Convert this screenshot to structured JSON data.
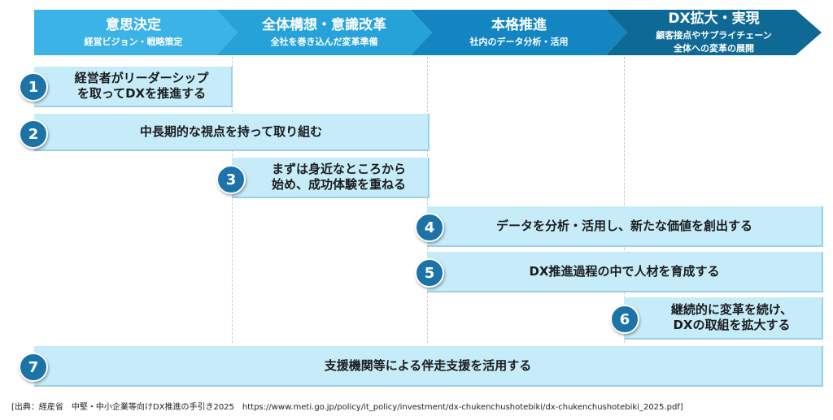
{
  "phases": [
    {
      "title": "意思決定",
      "subtitle": "経営ビジョン・戦略策定"
    },
    {
      "title": "全体構想・意識改革",
      "subtitle": "全社を巻き込んだ変革準備"
    },
    {
      "title": "本格推進",
      "subtitle": "社内のデータ分析・活用"
    },
    {
      "title": "DX拡大・実現",
      "subtitle_line1": "顧客接点やサプライチェーン",
      "subtitle_line2": "全体への変革の展開"
    }
  ],
  "steps": [
    {
      "number": "1",
      "line1": "経営者がリーダーシップ",
      "line2": "を取ってDXを推進する"
    },
    {
      "number": "2",
      "text": "中長期的な視点を持って取り組む"
    },
    {
      "number": "3",
      "line1": "まずは身近なところから",
      "line2": "始め、成功体験を重ねる"
    },
    {
      "number": "4",
      "text": "データを分析・活用し、新たな価値を創出する"
    },
    {
      "number": "5",
      "text": "DX推進過程の中で人材を育成する"
    },
    {
      "number": "6",
      "line1": "継続的に変革を続け、",
      "line2": "DXの取組を拡大する"
    },
    {
      "number": "7",
      "text": "支援機関等による伴走支援を活用する"
    }
  ],
  "source": "[出典：経産省　中堅・中小企業等向けDX推進の手引き2025　https://www.meti.go.jp/policy/it_policy/investment/dx-chukenchushotebiki/dx-chukenchushotebiki_2025.pdf]",
  "colors": {
    "phase1": "#3cb3e6",
    "phase2": "#27a2d9",
    "phase3": "#1385c1",
    "phase4": "#0e6a95",
    "bar": "#c6ecfa",
    "badge": "#1c73a8"
  }
}
